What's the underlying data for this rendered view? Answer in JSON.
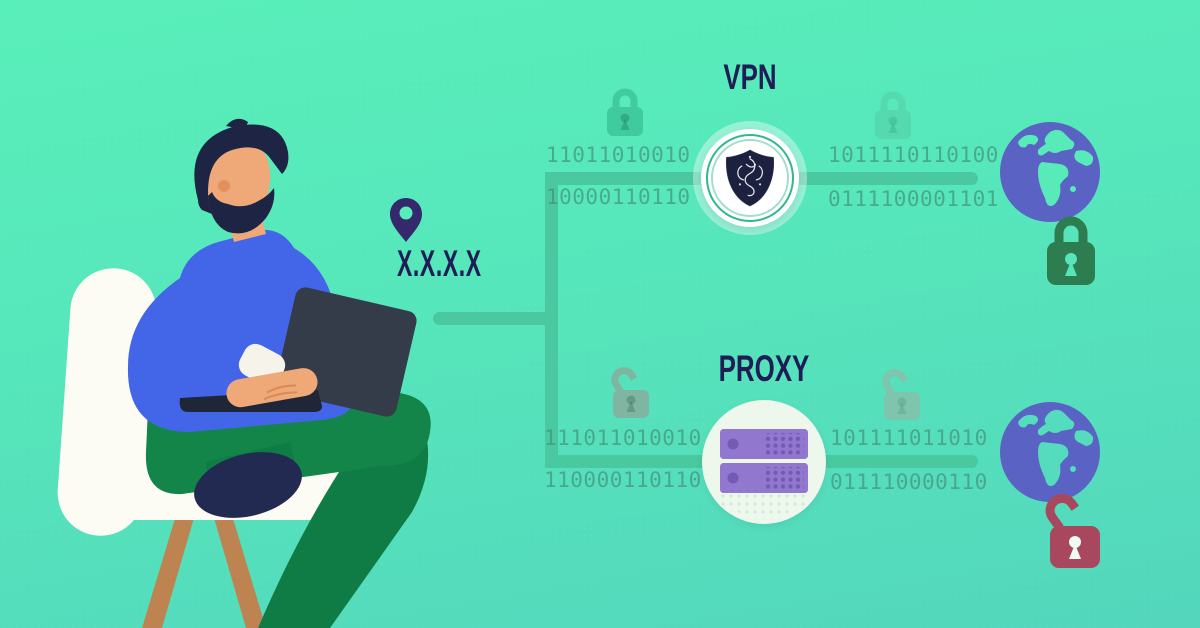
{
  "title": "VPN vs PROXY connection comparison",
  "colors": {
    "bg_top": "#59EFBA",
    "bg_bottom": "#53D6BC",
    "line": "#4AC8A0",
    "binary": "#44937B",
    "heading": "#1E1D55",
    "pin": "#34296B",
    "lock_secure": "#3FCB9E",
    "lock_secure_faded": "#55D5AC",
    "lock_open": "#7FB5A1",
    "lock_open_faded": "#8BBDAA",
    "globe": "#5A62C4",
    "dest_lock_secure": "#2E7D50",
    "dest_lock_open": "#A8485F",
    "server": "#9177CE",
    "server_dot": "#7659B5",
    "circle_pale": "#EDF7EB",
    "badge_ring": "#2FB98B",
    "shield": "#1C2140"
  },
  "user": {
    "ip_label": "X.X.X.X",
    "pin_icon": "location-pin",
    "figure": "man-working-on-laptop-in-chair"
  },
  "vpn": {
    "label": "VPN",
    "badge_icon": "le-vpn-shield",
    "lock_left_state": "locked",
    "lock_right_state": "locked",
    "binary_left_top": "11011010010",
    "binary_left_bottom": "10000110110",
    "binary_right_top": "1011110110100",
    "binary_right_bottom": "0111100001101",
    "destination": {
      "icon": "globe",
      "lock_state": "locked"
    }
  },
  "proxy": {
    "label": "PROXY",
    "icon": "proxy-server-stack",
    "lock_left_state": "unlocked",
    "lock_right_state": "unlocked",
    "binary_left_top": "111011010010",
    "binary_left_bottom": "110000110110",
    "binary_right_top": "101111011010",
    "binary_right_bottom": "011110000110",
    "destination": {
      "icon": "globe",
      "lock_state": "unlocked"
    }
  }
}
